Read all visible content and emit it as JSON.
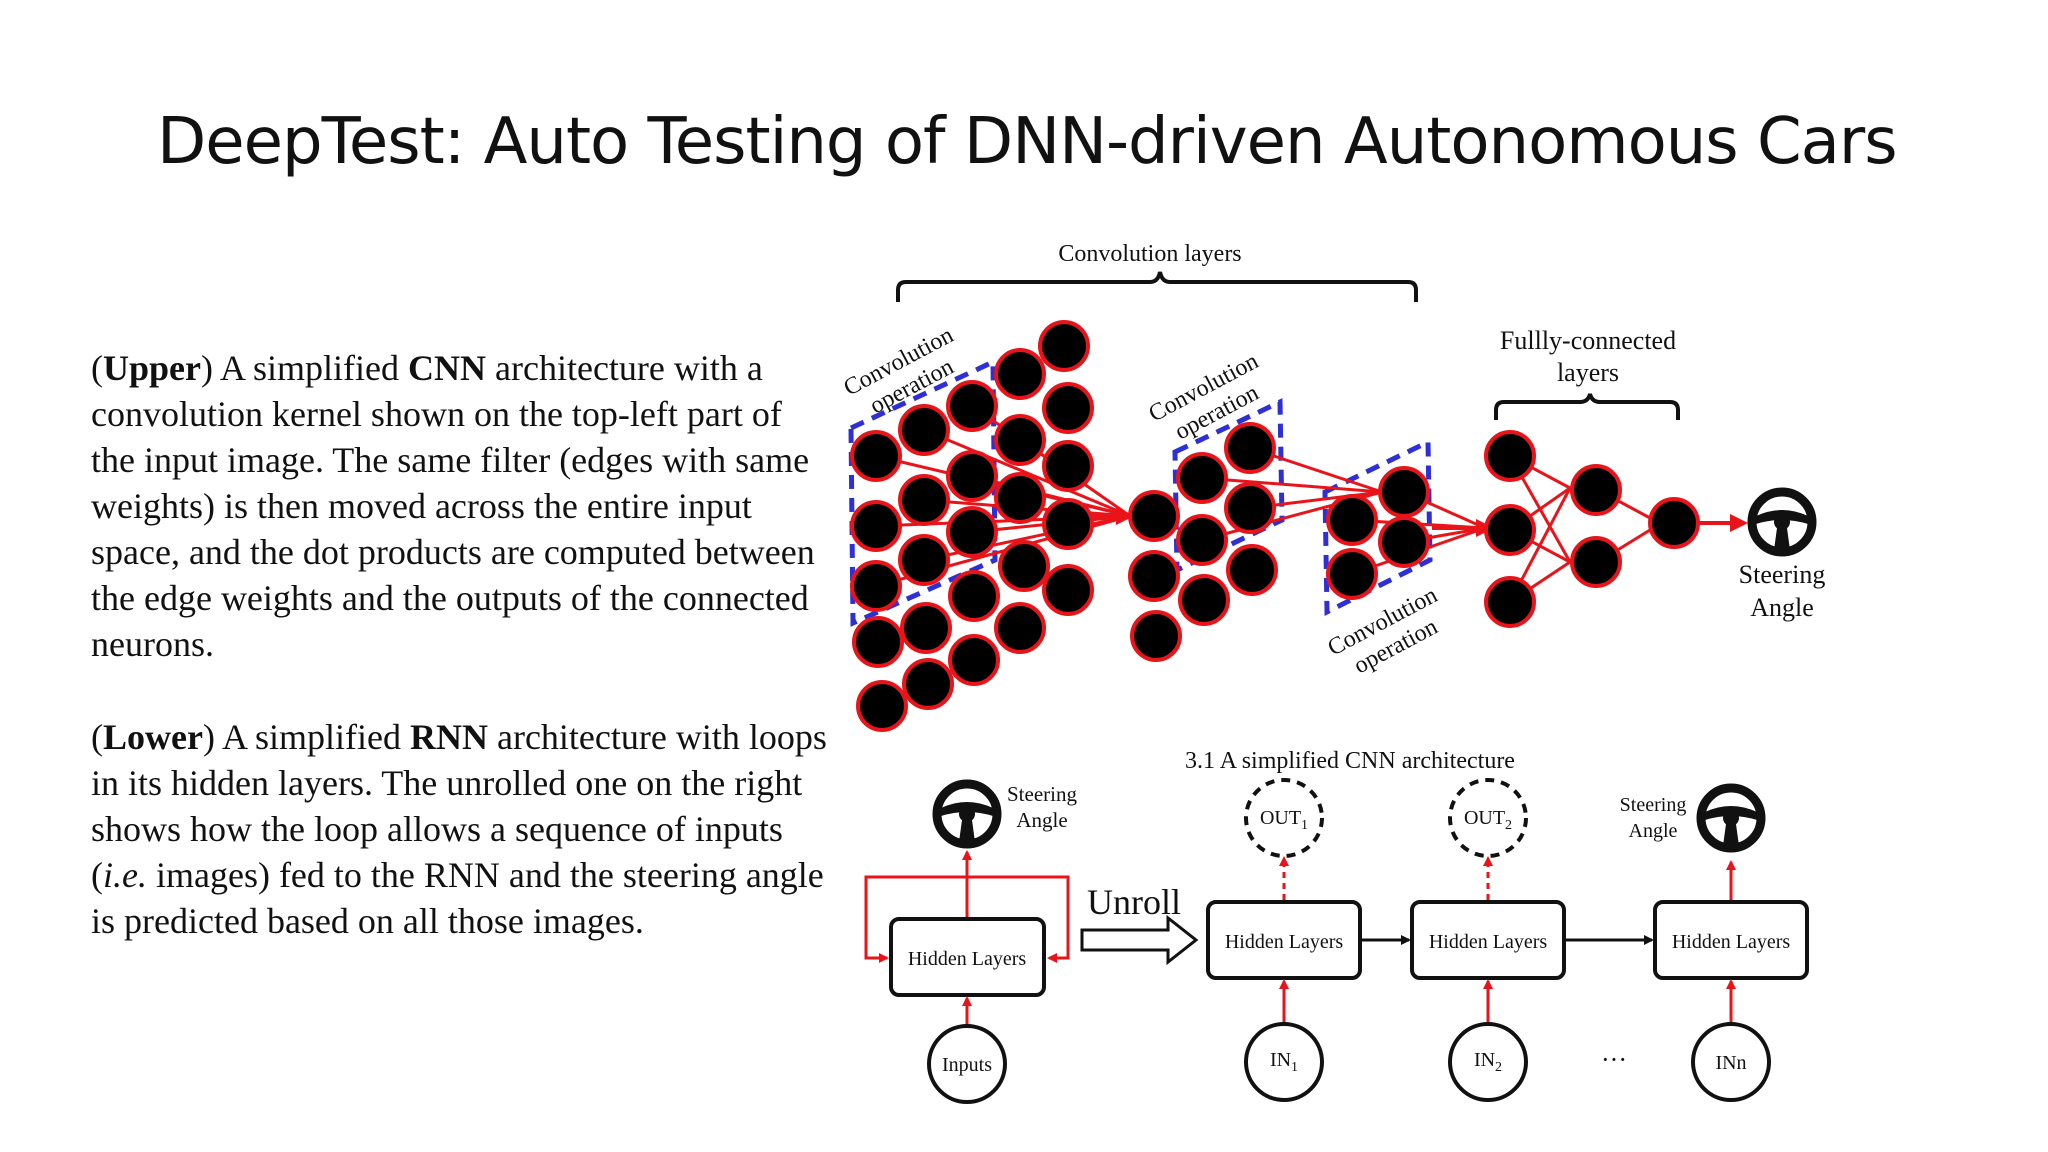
{
  "title": "DeepTest: Auto Testing of DNN-driven Autonomous Cars",
  "upper_text": {
    "open": "(",
    "label": "Upper",
    "close": ")",
    "t1": " A simplified ",
    "bold": "CNN",
    "t2": " architecture with a convolution kernel shown on the top-left part of the input image. The same filter (edges with same weights) is then moved across the entire input space, and the dot products are computed between the edge weights and the outputs of the connected neurons."
  },
  "lower_text": {
    "open": "(",
    "label": "Lower",
    "close": ")",
    "t1": " A simplified ",
    "bold": "RNN",
    "t2": " architecture with loops in its hidden layers. The unrolled one on the right shows how the loop allows a sequence of inputs (",
    "ie": "i.e.",
    "t3": " images) fed to the RNN and the steering angle is predicted based on all those images."
  },
  "cnn": {
    "conv_layers_label": "Convolution layers",
    "conv_op_1": [
      "Convolution",
      "operation"
    ],
    "conv_op_2": [
      "Convolution",
      "operation"
    ],
    "conv_op_3": [
      "Convolution",
      "operation"
    ],
    "fc_label": [
      "Fullly-connected",
      "layers"
    ],
    "steering": [
      "Steering",
      "Angle"
    ],
    "caption": "3.1 A simplified CNN architecture"
  },
  "rnn": {
    "steering_left": [
      "Steering",
      "Angle"
    ],
    "steering_right": [
      "Steering",
      "Angle"
    ],
    "unroll": "Unroll",
    "hidden": "Hidden Layers",
    "inputs": "Inputs",
    "in1": "IN",
    "in1_sub": "1",
    "in2": "IN",
    "in2_sub": "2",
    "inn": "INn",
    "out1": "OUT",
    "out1_sub": "1",
    "out2": "OUT",
    "out2_sub": "2",
    "ellipsis": "···"
  },
  "colors": {
    "neuron_fill": "#000000",
    "neuron_stroke": "#e8141a",
    "edge": "#e8141a",
    "kernel": "#2f2fd6"
  }
}
